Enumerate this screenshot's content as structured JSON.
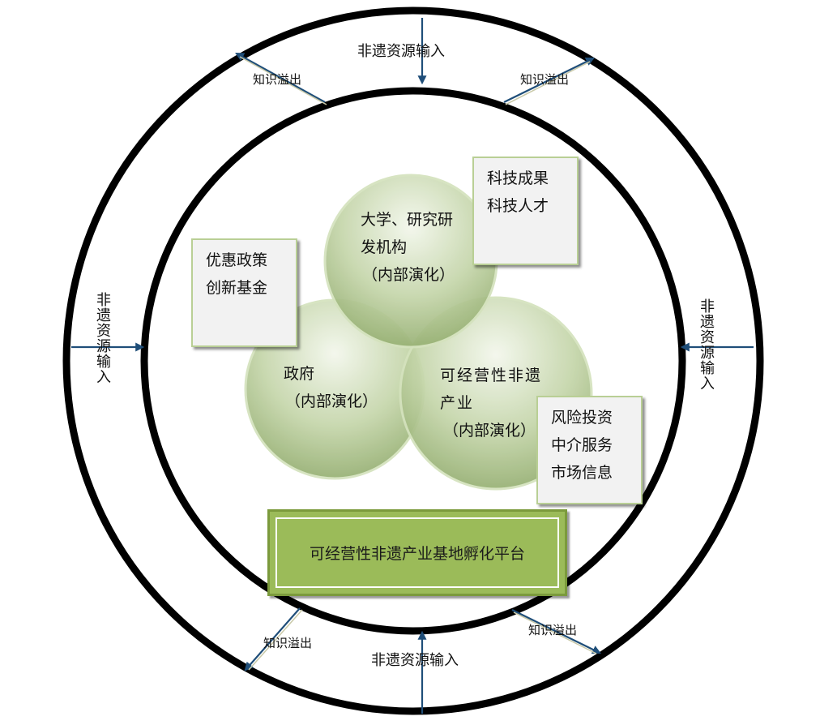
{
  "labels": {
    "input": "非遗资源输入",
    "spillover": "知识溢出"
  },
  "circles": {
    "university": {
      "line1": "大学、研究研",
      "line2": "发机构",
      "line3": "（内部演化）"
    },
    "government": {
      "line1": "政府",
      "line2": "（内部演化）"
    },
    "industry": {
      "line1": "可经营性非遗",
      "line2": "产业",
      "line3": "（内部演化）"
    }
  },
  "boxes": {
    "tech": {
      "line1": "科技成果",
      "line2": "科技人才"
    },
    "policy": {
      "line1": "优惠政策",
      "line2": "创新基金"
    },
    "market": {
      "line1": "风险投资",
      "line2": "中介服务",
      "line3": "市场信息"
    }
  },
  "platform": {
    "label": "可经营性非遗产业基地孵化平台"
  },
  "colors": {
    "ring": "#000000",
    "arrow": "#1f4e79",
    "circle_fill_top": "#eef3e4",
    "circle_fill_bottom": "#8faa6a",
    "box_border": "#b9cf95",
    "platform_fill": "#9bbb59"
  }
}
